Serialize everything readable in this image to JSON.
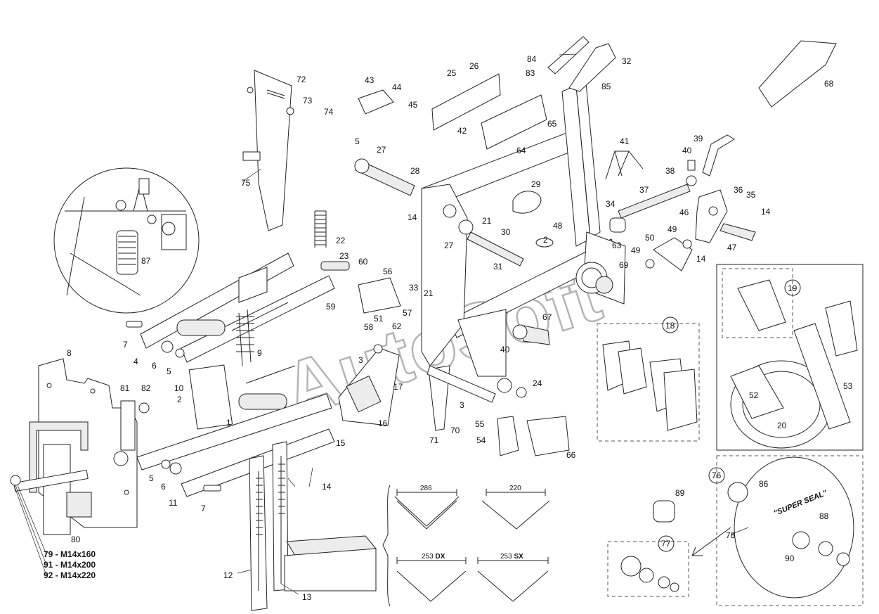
{
  "watermark": "AutoSoft",
  "part_labels": {
    "p1": "1",
    "p2": "2",
    "p3": "3",
    "p4": "4",
    "p5": "5",
    "p6": "6",
    "p7": "7",
    "p8": "8",
    "p9": "9",
    "p10": "10",
    "p11": "11",
    "p12": "12",
    "p13": "13",
    "p14": "14",
    "p15": "15",
    "p16": "16",
    "p17": "17",
    "p18": "18",
    "p19": "19",
    "p20": "20",
    "p21": "21",
    "p22": "22",
    "p23": "23",
    "p24": "24",
    "p25": "25",
    "p26": "26",
    "p27": "27",
    "p28": "28",
    "p29": "29",
    "p30": "30",
    "p31": "31",
    "p32": "32",
    "p33": "33",
    "p34": "34",
    "p35": "35",
    "p36": "36",
    "p37": "37",
    "p38": "38",
    "p39": "39",
    "p40": "40",
    "p41": "41",
    "p42": "42",
    "p43": "43",
    "p44": "44",
    "p45": "45",
    "p46": "46",
    "p47": "47",
    "p48": "48",
    "p49": "49",
    "p50": "50",
    "p51": "51",
    "p52": "52",
    "p53": "53",
    "p54": "54",
    "p55": "55",
    "p56": "56",
    "p57": "57",
    "p58": "58",
    "p59": "59",
    "p60": "60",
    "p62": "62",
    "p63": "63",
    "p64": "64",
    "p65": "65",
    "p66": "66",
    "p67": "67",
    "p68": "68",
    "p69": "69",
    "p70": "70",
    "p71": "71",
    "p72": "72",
    "p73": "73",
    "p74": "74",
    "p75": "75",
    "p76": "76",
    "p77": "77",
    "p78": "78",
    "p80": "80",
    "p81": "81",
    "p82": "82",
    "p83": "83",
    "p84": "84",
    "p85": "85",
    "p86": "86",
    "p87": "87",
    "p88": "88",
    "p89": "89",
    "p90": "90"
  },
  "bolt_specs": [
    {
      "num": "79",
      "size": "M14x160"
    },
    {
      "num": "91",
      "size": "M14x200"
    },
    {
      "num": "92",
      "size": "M14x220"
    }
  ],
  "dimensions": {
    "d286": "286",
    "d220": "220",
    "d253dx_value": "253",
    "d253dx_suffix": "DX",
    "d253sx_value": "253",
    "d253sx_suffix": "SX"
  },
  "disc_text": "\"SUPER SEAL\""
}
